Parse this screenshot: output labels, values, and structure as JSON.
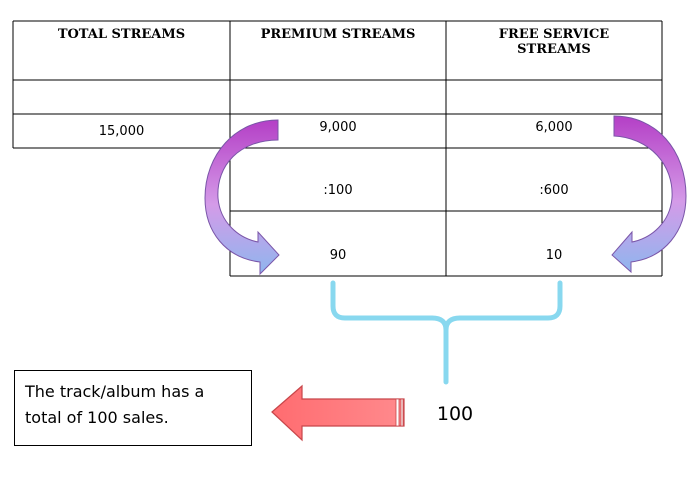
{
  "table": {
    "headers": [
      "TOTAL STREAMS",
      "PREMIUM STREAMS",
      "FREE SERVICE STREAMS"
    ],
    "row_values": [
      "15,000",
      "9,000",
      "6,000"
    ],
    "divisors": [
      ":100",
      ":600"
    ],
    "results": [
      "90",
      "10"
    ]
  },
  "note": {
    "text": "The track/album has a total of 100 sales."
  },
  "sum": {
    "value": "100"
  },
  "colors": {
    "curved_arrow_top": "#b43fc6",
    "curved_arrow_mid": "#d49be8",
    "curved_arrow_head": "#8fb6ee",
    "brace": "#88d8ef",
    "left_arrow": "#ff7478",
    "left_arrow_border": "#c8464a"
  }
}
